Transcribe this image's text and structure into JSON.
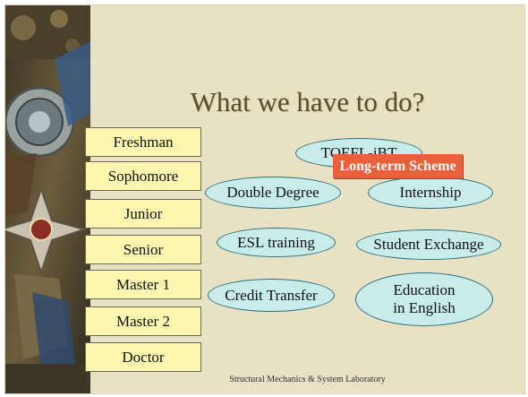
{
  "title": "What we have to do?",
  "levels": [
    "Freshman",
    "Sophomore",
    "Junior",
    "Senior",
    "Master 1",
    "Master 2",
    "Doctor"
  ],
  "ellipses": {
    "toefl": "TOEFL-iBT",
    "double_degree": "Double Degree",
    "internship": "Internship",
    "esl_training": "ESL training",
    "student_exchange": "Student Exchange",
    "credit_transfer": "Credit Transfer",
    "education_line1": "Education",
    "education_line2": "in English"
  },
  "banner": "Long-term Scheme",
  "footer": "Structural Mechanics & System Laboratory",
  "colors": {
    "background": "#e8e1c4",
    "box_fill": "#fbf7b0",
    "ellipse_fill": "#c7ecea",
    "banner_fill": "#e8613a",
    "title": "#5a4f2c"
  }
}
